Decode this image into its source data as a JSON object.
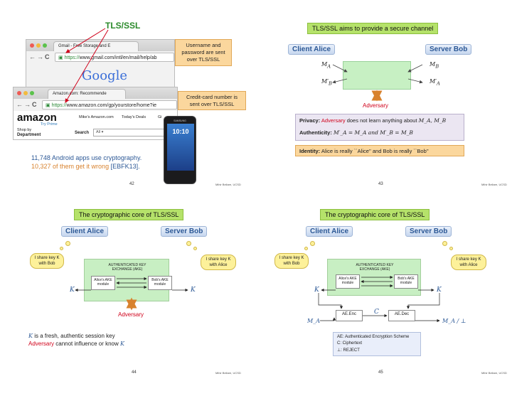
{
  "slide1": {
    "tls_label": "TLS/SSL",
    "gmail_tab": "Gmail - Free Storage and E",
    "gmail_url_https": "https://",
    "gmail_url_rest": "www.gmail.com/intl/en/mail/help/ab",
    "google_logo": "Google",
    "username_note": "Username and password are sent over TLS/SSL",
    "amazon_tab": "Amazon.com: Recommende",
    "amazon_url_https": "https://",
    "amazon_url_rest": "www.amazon.com/gp/yourstore/home?ie",
    "amazon_logo": "amazon",
    "try_prime": "Try Prime",
    "amazon_nav_1": "Mike's Amazon.com",
    "amazon_nav_2": "Today's Deals",
    "amazon_nav_3": "Gi",
    "shop_by": "Shop by",
    "department": "Department",
    "search_label": "Search",
    "all_dropdown": "All",
    "credit_note": "Credit-card number is sent over TLS/SSL",
    "phone_brand": "SAMSUNG",
    "phone_time": "10:10",
    "android_stat": "11,748 Android apps use cryptography.",
    "wrong_stat": "10,327 of them get it wrong",
    "citation": "[EBFK13].",
    "page_number": "42",
    "footer": "Mihir Bellare, UCSD"
  },
  "slide2": {
    "title": "TLS/SSL aims to provide a secure channel",
    "client": "Client Alice",
    "server": "Server Bob",
    "adversary": "Adversary",
    "privacy_label": "Privacy:",
    "privacy_adv": "Adversary",
    "privacy_text": "does not learn anything about",
    "privacy_math": "M_A, M_B",
    "auth_label": "Authenticity:",
    "auth_math": "M′_A = M_A and M′_B = M_B",
    "identity_label": "Identity:",
    "identity_text": "Alice is really ``Alice'' and Bob is really ``Bob''",
    "page_number": "43",
    "footer": "Mihir Bellare, UCSD"
  },
  "slide3": {
    "title": "The cryptographic core of TLS/SSL",
    "client": "Client Alice",
    "server": "Server Bob",
    "bubble_left": "I share key K with Bob",
    "bubble_right": "I share key K with Alice",
    "ake_title": "AUTHENTICATED KEY EXCHANGE (AKE)",
    "alice_module": "Alice's AKE module",
    "bob_module": "Bob's AKE module",
    "key_left": "K",
    "key_right": "K",
    "adversary": "Adversary",
    "note_line1_key": "K",
    "note_line1": "is a fresh, authentic session key",
    "note_line2_adv": "Adversary",
    "note_line2": "cannot influence or know",
    "note_line2_key": "K",
    "page_number": "44",
    "footer": "Mihir Bellare, UCSD"
  },
  "slide4": {
    "title": "The cryptographic core of TLS/SSL",
    "client": "Client Alice",
    "server": "Server Bob",
    "bubble_left": "I share key K with Bob",
    "bubble_right": "I share key K with Alice",
    "ake_title": "AUTHENTICATED KEY EXCHANGE (AKE)",
    "alice_module": "Alice's AKE module",
    "bob_module": "Bob's AKE module",
    "key_left": "K",
    "key_right": "K",
    "ae_enc": "AE.Enc",
    "ae_dec": "AE.Dec",
    "ciphertext_symbol": "C",
    "m_left": "M_A",
    "m_right": "M_A / ⊥",
    "legend_1": "AE: Authenticated Encryption Scheme",
    "legend_2": "C: Ciphertext",
    "legend_3": "⊥: REJECT",
    "page_number": "45",
    "footer": "Mihir Bellare, UCSD"
  },
  "colors": {
    "green_title": "#b5e26a",
    "blue_label": "#2c5896",
    "adversary_red": "#d0021b",
    "orange_arrow": "#d8822e",
    "bubble_yellow": "#fdf19a",
    "channel_green": "#c7f0c3"
  }
}
